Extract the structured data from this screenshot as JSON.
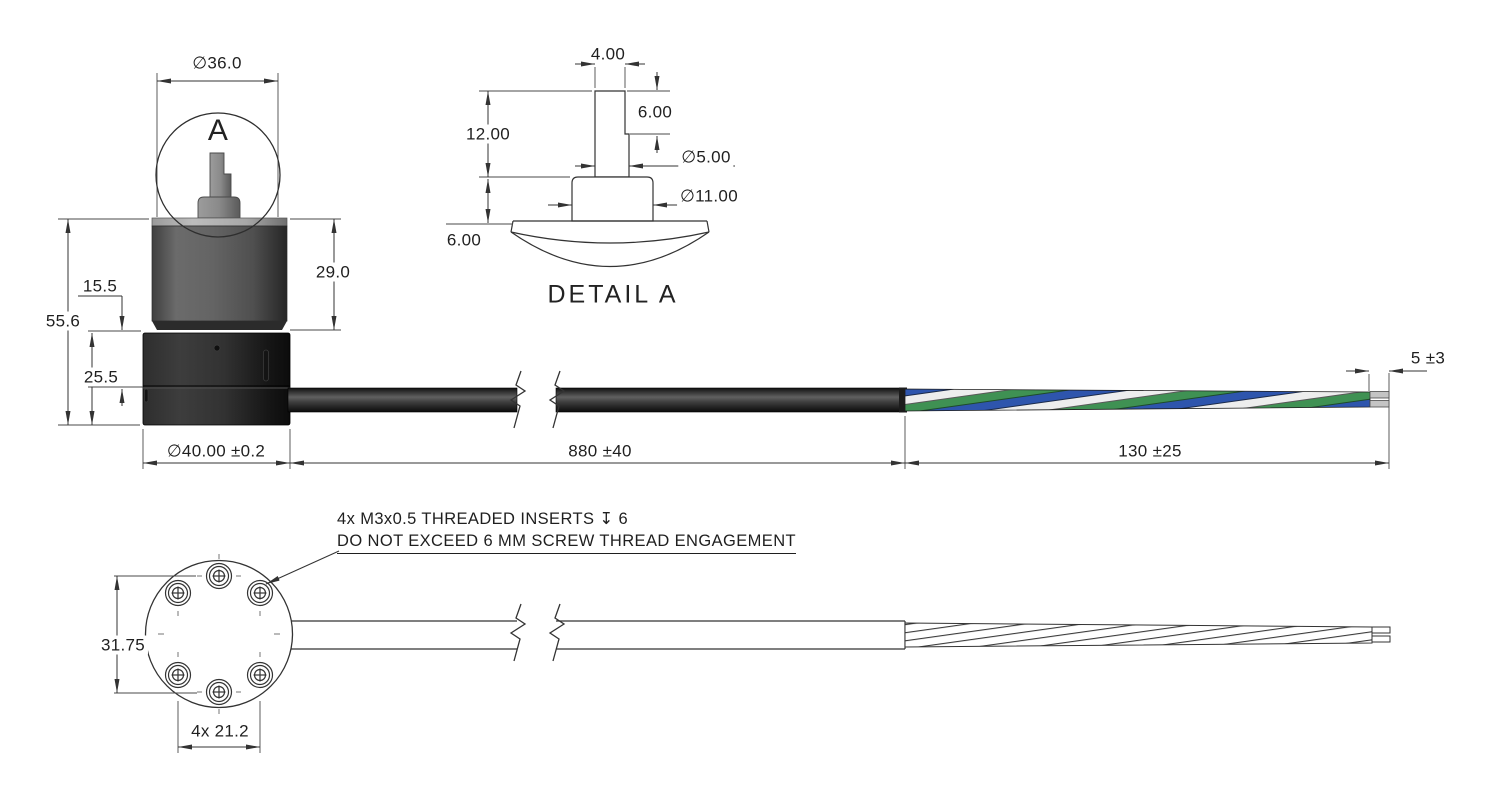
{
  "drawing": {
    "background_color": "#ffffff",
    "line_color": "#333333",
    "text_color": "#1f1f1f"
  },
  "front_view": {
    "detail_circle_label": "A",
    "dims": {
      "top_diameter": "∅36.0",
      "motor_height": "29.0",
      "overall_height": "55.6",
      "step_height": "15.5",
      "housing_height": "25.5",
      "housing_diameter": "∅40.00 ±0.2"
    }
  },
  "detail_view": {
    "title": "DETAIL A",
    "dims": {
      "flat_width": "4.00",
      "flat_length": "6.00",
      "shaft_length": "12.00",
      "shaft_diameter": "∅5.00",
      "boss_diameter": "∅11.00",
      "boss_height": "6.00"
    }
  },
  "cable": {
    "jacket_length": "880 ±40",
    "twisted_length": "130 ±25",
    "strip_length": "5 ±3",
    "wire_colors": {
      "blue": "#2e55ad",
      "green": "#3f9153",
      "white": "#ededed"
    }
  },
  "bottom_view": {
    "note_line1": "4x M3x0.5 THREADED INSERTS ↧ 6",
    "note_line2": "DO NOT EXCEED 6 MM SCREW THREAD ENGAGEMENT",
    "dims": {
      "vertical_hole_spacing": "31.75",
      "horizontal_hole_spacing": "4x 21.2"
    }
  }
}
